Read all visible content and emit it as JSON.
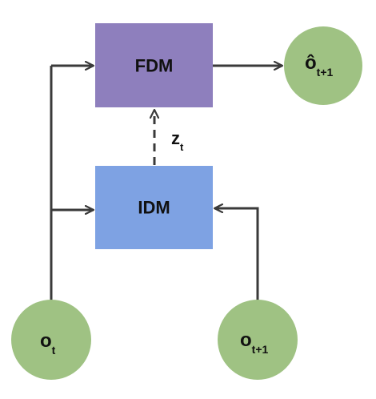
{
  "boxes": {
    "fdm": {
      "label": "FDM",
      "color": "#8e7fbd"
    },
    "idm": {
      "label": "IDM",
      "color": "#7ea2e3"
    }
  },
  "nodes": {
    "o_t": {
      "main": "o",
      "sub": "t"
    },
    "o_t1": {
      "main": "o",
      "sub": "t+1"
    },
    "o_hat_t1": {
      "main": "ô",
      "sub": "t+1"
    }
  },
  "node_color": "#9fc283",
  "latent": {
    "main": "z",
    "sub": "t"
  },
  "line_color": "#3a3a3a"
}
